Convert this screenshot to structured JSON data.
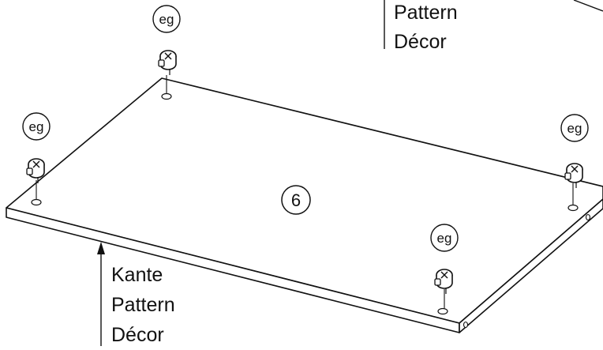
{
  "labels": {
    "eg": "eg",
    "part_number": "6",
    "top_callout": [
      "Pattern",
      "Décor"
    ],
    "bottom_callout": [
      "Kante",
      "Pattern",
      "Décor"
    ]
  },
  "colors": {
    "line": "#111111",
    "background": "#ffffff"
  },
  "icons": {
    "cam_fitting": "cam-lock-fitting-icon",
    "dowel_hole": "dowel-hole-icon"
  }
}
